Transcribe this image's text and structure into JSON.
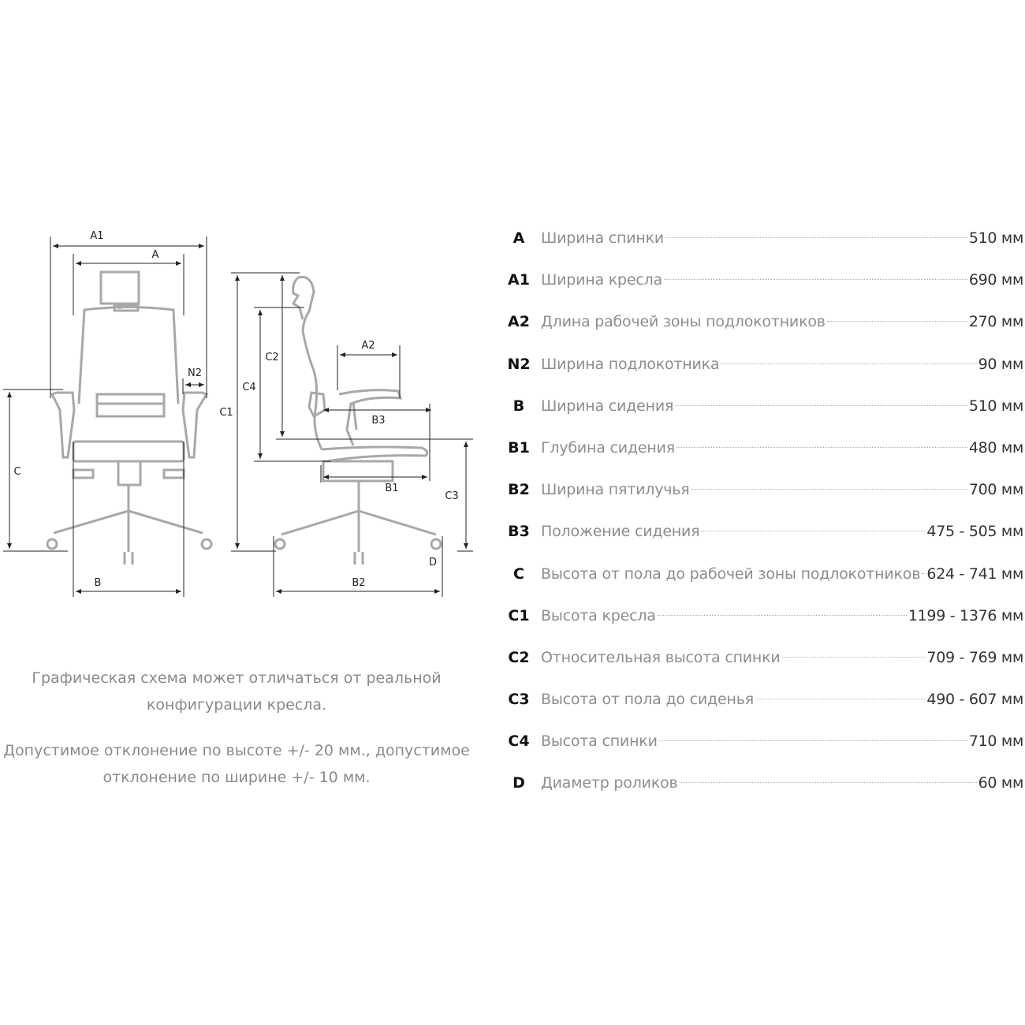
{
  "diagram": {
    "front_labels": [
      "A1",
      "A",
      "N2",
      "C",
      "B"
    ],
    "side_labels": [
      "C1",
      "C4",
      "C2",
      "A2",
      "B3",
      "B1",
      "C3",
      "D",
      "B2"
    ]
  },
  "notes": {
    "note1_line1": "Графическая схема может отличаться от реальной",
    "note1_line2": "конфигурации кресла.",
    "note2_line1": "Допустимое отклонение по высоте +/- 20 мм., допустимое",
    "note2_line2": "отклонение по ширине +/- 10 мм."
  },
  "specs": [
    {
      "code": "A",
      "label": "Ширина спинки",
      "value": "510 мм"
    },
    {
      "code": "A1",
      "label": "Ширина кресла",
      "value": "690 мм"
    },
    {
      "code": "A2",
      "label": "Длина рабочей зоны подлокотников",
      "value": "270 мм"
    },
    {
      "code": "N2",
      "label": "Ширина подлокотника",
      "value": "90 мм"
    },
    {
      "code": "B",
      "label": "Ширина сидения",
      "value": "510 мм"
    },
    {
      "code": "B1",
      "label": "Глубина сидения",
      "value": "480 мм"
    },
    {
      "code": "B2",
      "label": "Ширина пятилучья",
      "value": "700 мм"
    },
    {
      "code": "B3",
      "label": "Положение сидения",
      "value": "475 - 505 мм"
    },
    {
      "code": "C",
      "label": "Высота от пола до рабочей зоны подлокотников",
      "value": "624 - 741 мм"
    },
    {
      "code": "C1",
      "label": "Высота кресла",
      "value": "1199 - 1376 мм"
    },
    {
      "code": "C2",
      "label": "Относительная высота спинки",
      "value": "709 - 769 мм"
    },
    {
      "code": "C3",
      "label": "Высота от пола до сиденья",
      "value": "490 - 607 мм"
    },
    {
      "code": "C4",
      "label": "Высота спинки",
      "value": "710 мм"
    },
    {
      "code": "D",
      "label": "Диаметр роликов",
      "value": "60 мм"
    }
  ]
}
